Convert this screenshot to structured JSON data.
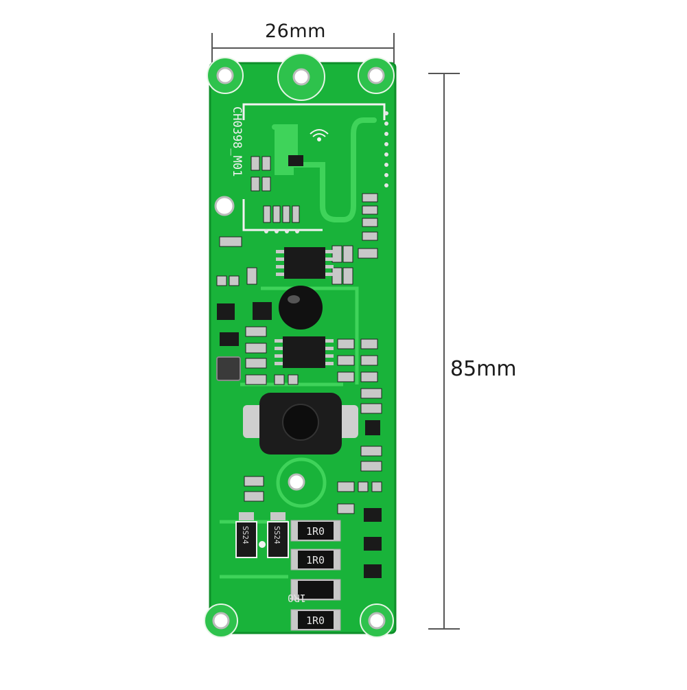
{
  "dimensions": {
    "width_label": "26mm",
    "height_label": "85mm"
  },
  "board": {
    "model_marking": "CH0398_M01",
    "resistor_marking": "1R0",
    "diode_marking": "SS24"
  },
  "colors": {
    "pcb": "#19b33a",
    "pcb_dark": "#0f8f2a",
    "trace": "#3fd35a",
    "silkscreen": "#f2f2f2",
    "copper": "#c8c8c8"
  }
}
